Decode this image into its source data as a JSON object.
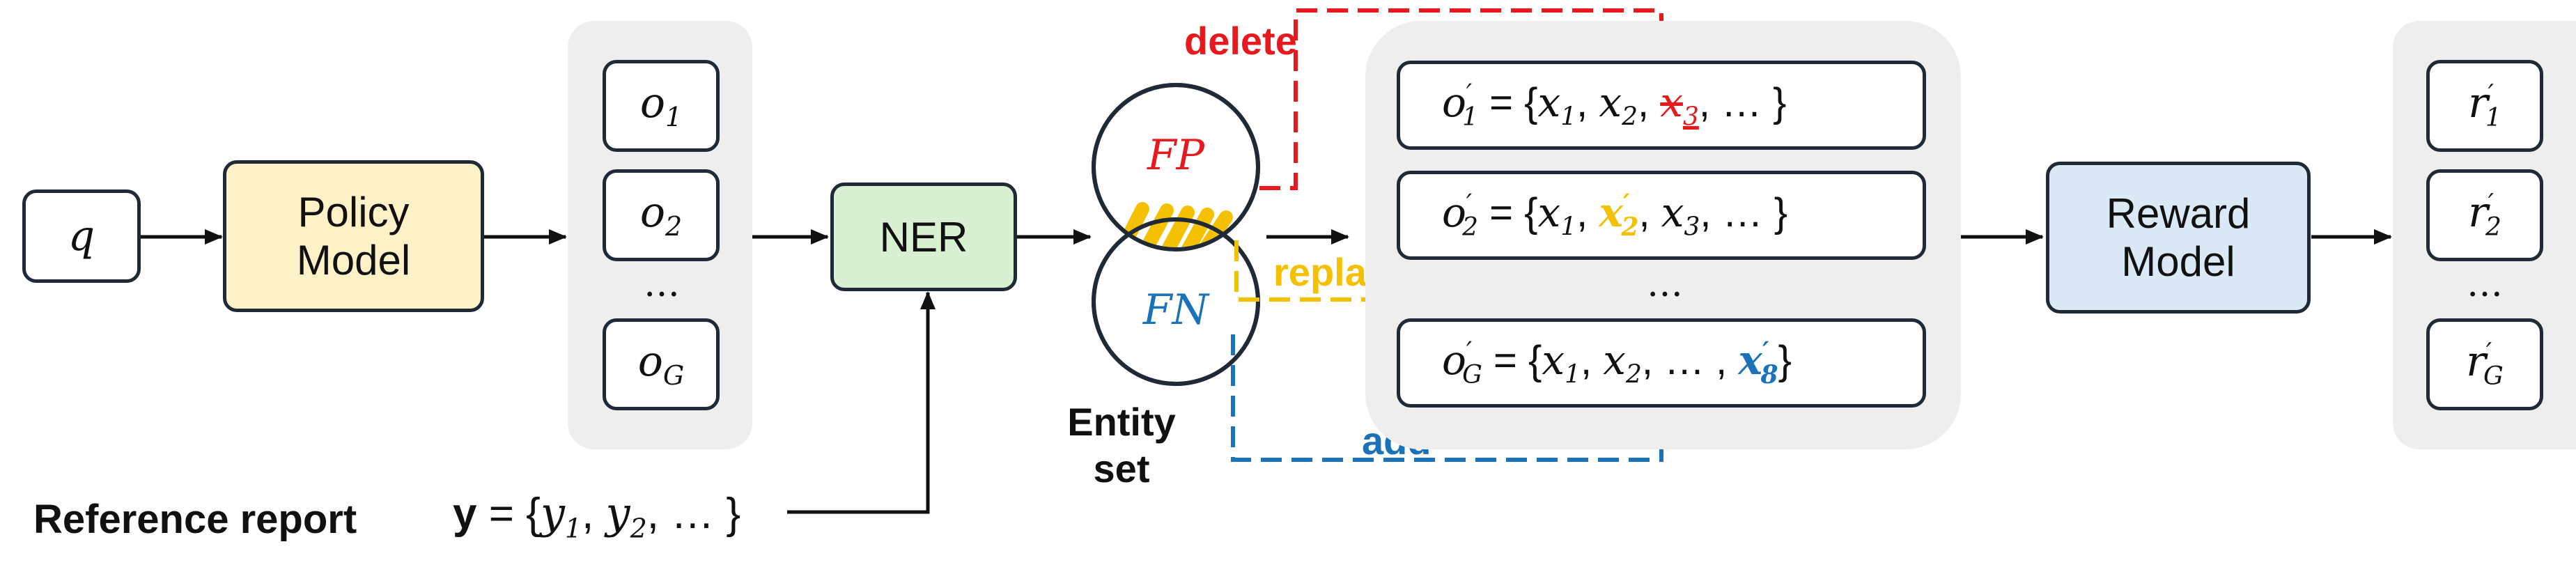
{
  "colors": {
    "policy_fill": "#fdf1c7",
    "ner_fill": "#d9f0d3",
    "reward_fill": "#dbe8f5",
    "panel_fill": "#eeeeee",
    "border": "#1f2a36",
    "delete_color": "#e8191c",
    "replace_color": "#f5c000",
    "add_color": "#1a72bb"
  },
  "query": {
    "label": "q"
  },
  "policy_model": {
    "line1": "Policy",
    "line2": "Model"
  },
  "outputs": {
    "o1": {
      "base": "o",
      "sub": "1"
    },
    "o2": {
      "base": "o",
      "sub": "2"
    },
    "ellipsis": "…",
    "oG": {
      "base": "o",
      "sub": "G"
    }
  },
  "ner": {
    "label": "NER"
  },
  "entity_set": {
    "fp": "FP",
    "fn": "FN",
    "line1": "Entity",
    "line2": "set"
  },
  "edits": {
    "delete": "delete",
    "replace": "replace",
    "add": "add"
  },
  "modified_outputs": {
    "row1": {
      "prime": "′",
      "sub": "1",
      "eq": " = {",
      "x1": "x",
      "x1_sub": "1",
      "sep": ", ",
      "x2": "x",
      "x2_sub": "2",
      "x3": "x",
      "x3_sub": "3",
      "tail": ", … }"
    },
    "row2": {
      "prime": "′",
      "sub": "2",
      "eq": " = {",
      "x1": "x",
      "x1_sub": "1",
      "sep": ", ",
      "x2p": "x",
      "x2p_prime": "′",
      "x2p_sub": "2",
      "x3": "x",
      "x3_sub": "3",
      "tail": ", … }"
    },
    "ellipsis": "…",
    "rowG": {
      "prime": "′",
      "sub": "G",
      "eq": " = {",
      "x1": "x",
      "x1_sub": "1",
      "sep": ", ",
      "x2": "x",
      "x2_sub": "2",
      "mid": ", … , ",
      "x8": "x",
      "x8_prime": "′",
      "x8_sub": "8",
      "tail": "}"
    }
  },
  "reward_model": {
    "line1": "Reward",
    "line2": "Model"
  },
  "rewards": {
    "r1": {
      "base": "r",
      "prime": "′",
      "sub": "1"
    },
    "r2": {
      "base": "r",
      "prime": "′",
      "sub": "2"
    },
    "ellipsis": "…",
    "rG": {
      "base": "r",
      "prime": "′",
      "sub": "G"
    }
  },
  "reference": {
    "label": "Reference report",
    "y_bold": "y",
    "eq": " = {",
    "y1": "y",
    "y1_sub": "1",
    "sep": ", ",
    "y2": "y",
    "y2_sub": "2",
    "tail": ", … }"
  }
}
